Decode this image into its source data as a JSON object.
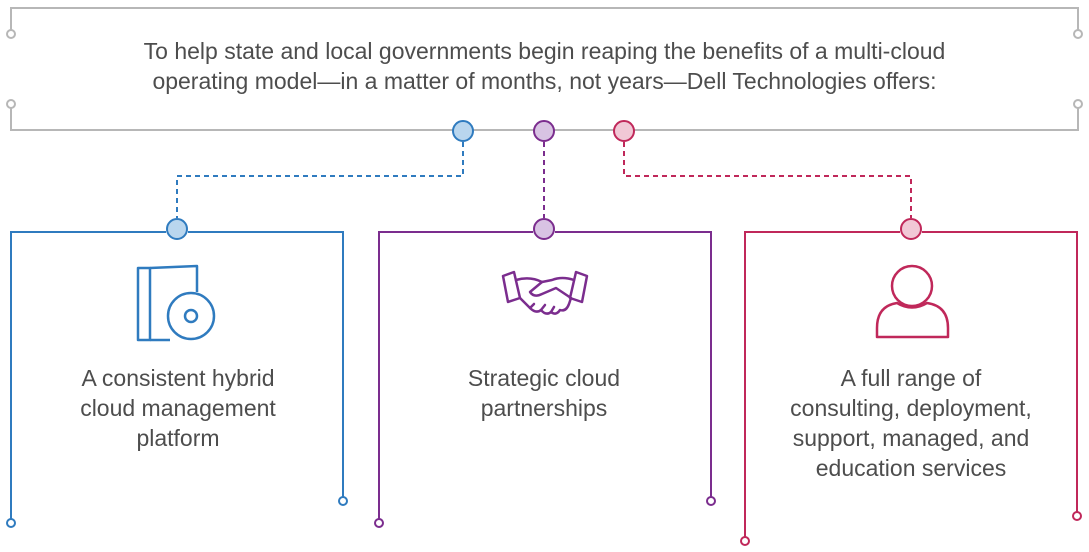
{
  "intro": {
    "line1": "To help state and local governments begin reaping the benefits of a multi-cloud",
    "line2": "operating model—in a matter of months, not years—Dell Technologies offers:"
  },
  "offerings": [
    {
      "color": "#2f7bbf",
      "fill": "#b9d6ee",
      "icon": "software-disc-icon",
      "lines": [
        "A consistent hybrid",
        "cloud management",
        "platform"
      ]
    },
    {
      "color": "#7b2d8e",
      "fill": "#d8c3e3",
      "icon": "handshake-icon",
      "lines": [
        "Strategic cloud",
        "partnerships"
      ]
    },
    {
      "color": "#c0285a",
      "fill": "#f1c8d6",
      "icon": "person-icon",
      "lines": [
        "A full range of",
        "consulting, deployment,",
        "support, managed, and",
        "education services"
      ]
    }
  ],
  "frame_color": "#b7b7b7"
}
